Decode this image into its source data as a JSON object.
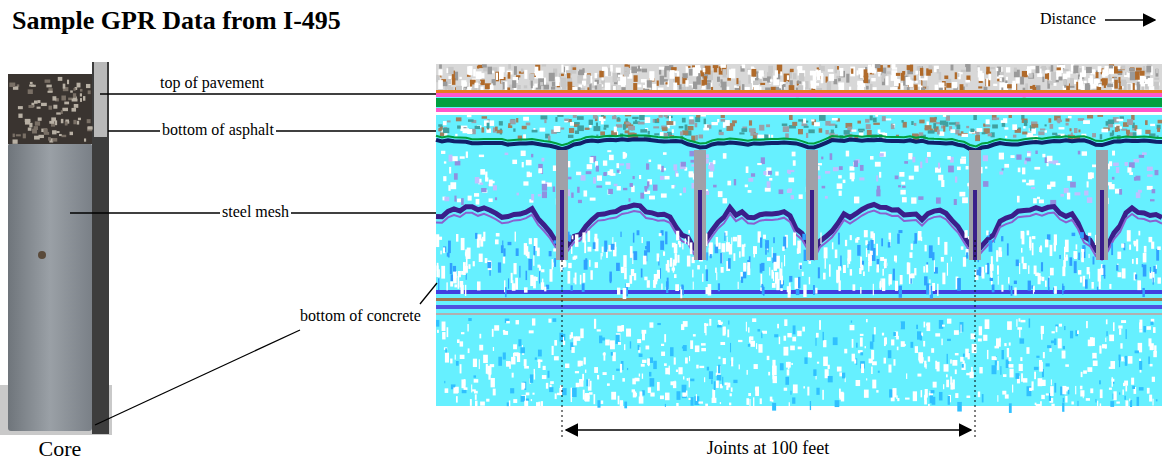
{
  "diagram": {
    "title": "Sample GPR Data from I-495",
    "labels": [
      "Distance",
      "top of pavement",
      "bottom of asphalt",
      "steel mesh",
      "bottom of concrete",
      "Core",
      "Joints at 100 feet"
    ]
  }
}
